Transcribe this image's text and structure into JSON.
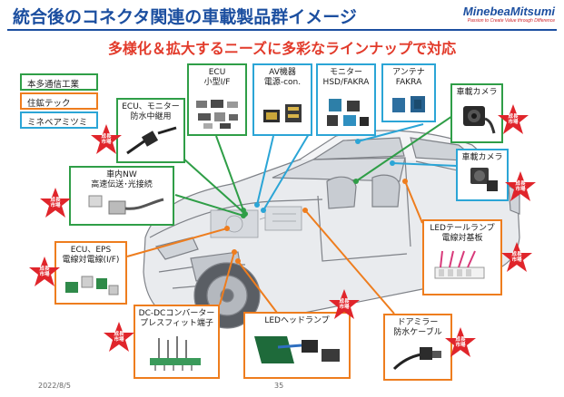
{
  "header": {
    "title": "統合後のコネクタ関連の車載製品群イメージ",
    "logo_main": "MinebeaMitsumi",
    "logo_sub": "Passion to Create Value through Difference",
    "subtitle": "多様化＆拡大するニーズに多彩なラインナップで対応"
  },
  "legend": [
    {
      "label": "本多通信工業",
      "color": "#2f9e47"
    },
    {
      "label": "住鉱テック",
      "color": "#ee7d1e"
    },
    {
      "label": "ミネベアミツミ",
      "color": "#2ba5d6"
    }
  ],
  "boxes": {
    "ecu_small": "ECU\n小型I/F",
    "av": "AV機器\n電源-con.",
    "monitor": "モニター\nHSD/FAKRA",
    "antenna": "アンテナ\nFAKRA",
    "cam1": "車載カメラ",
    "cam2": "車載カメラ",
    "ecu_monitor": "ECU、モニター\n防水中継用",
    "nw": "車内NW\n高速伝送･光接続",
    "led_tail": "LEDテールランプ\n電線対基板",
    "ecu_eps": "ECU、EPS\n電線対電線(I/F)",
    "dcdc": "DC-DCコンバーター\nプレスフィット端子",
    "led_head": "LEDヘッドランプ",
    "mirror": "ドアミラー\n防水ケーブル"
  },
  "star_label": "成長\n市場",
  "footer": {
    "date": "2022/8/5",
    "page": "35"
  },
  "colors": {
    "green": "#2f9e47",
    "orange": "#ee7d1e",
    "blue": "#2ba5d6",
    "red": "#e0252b",
    "title": "#1c4fa0"
  }
}
